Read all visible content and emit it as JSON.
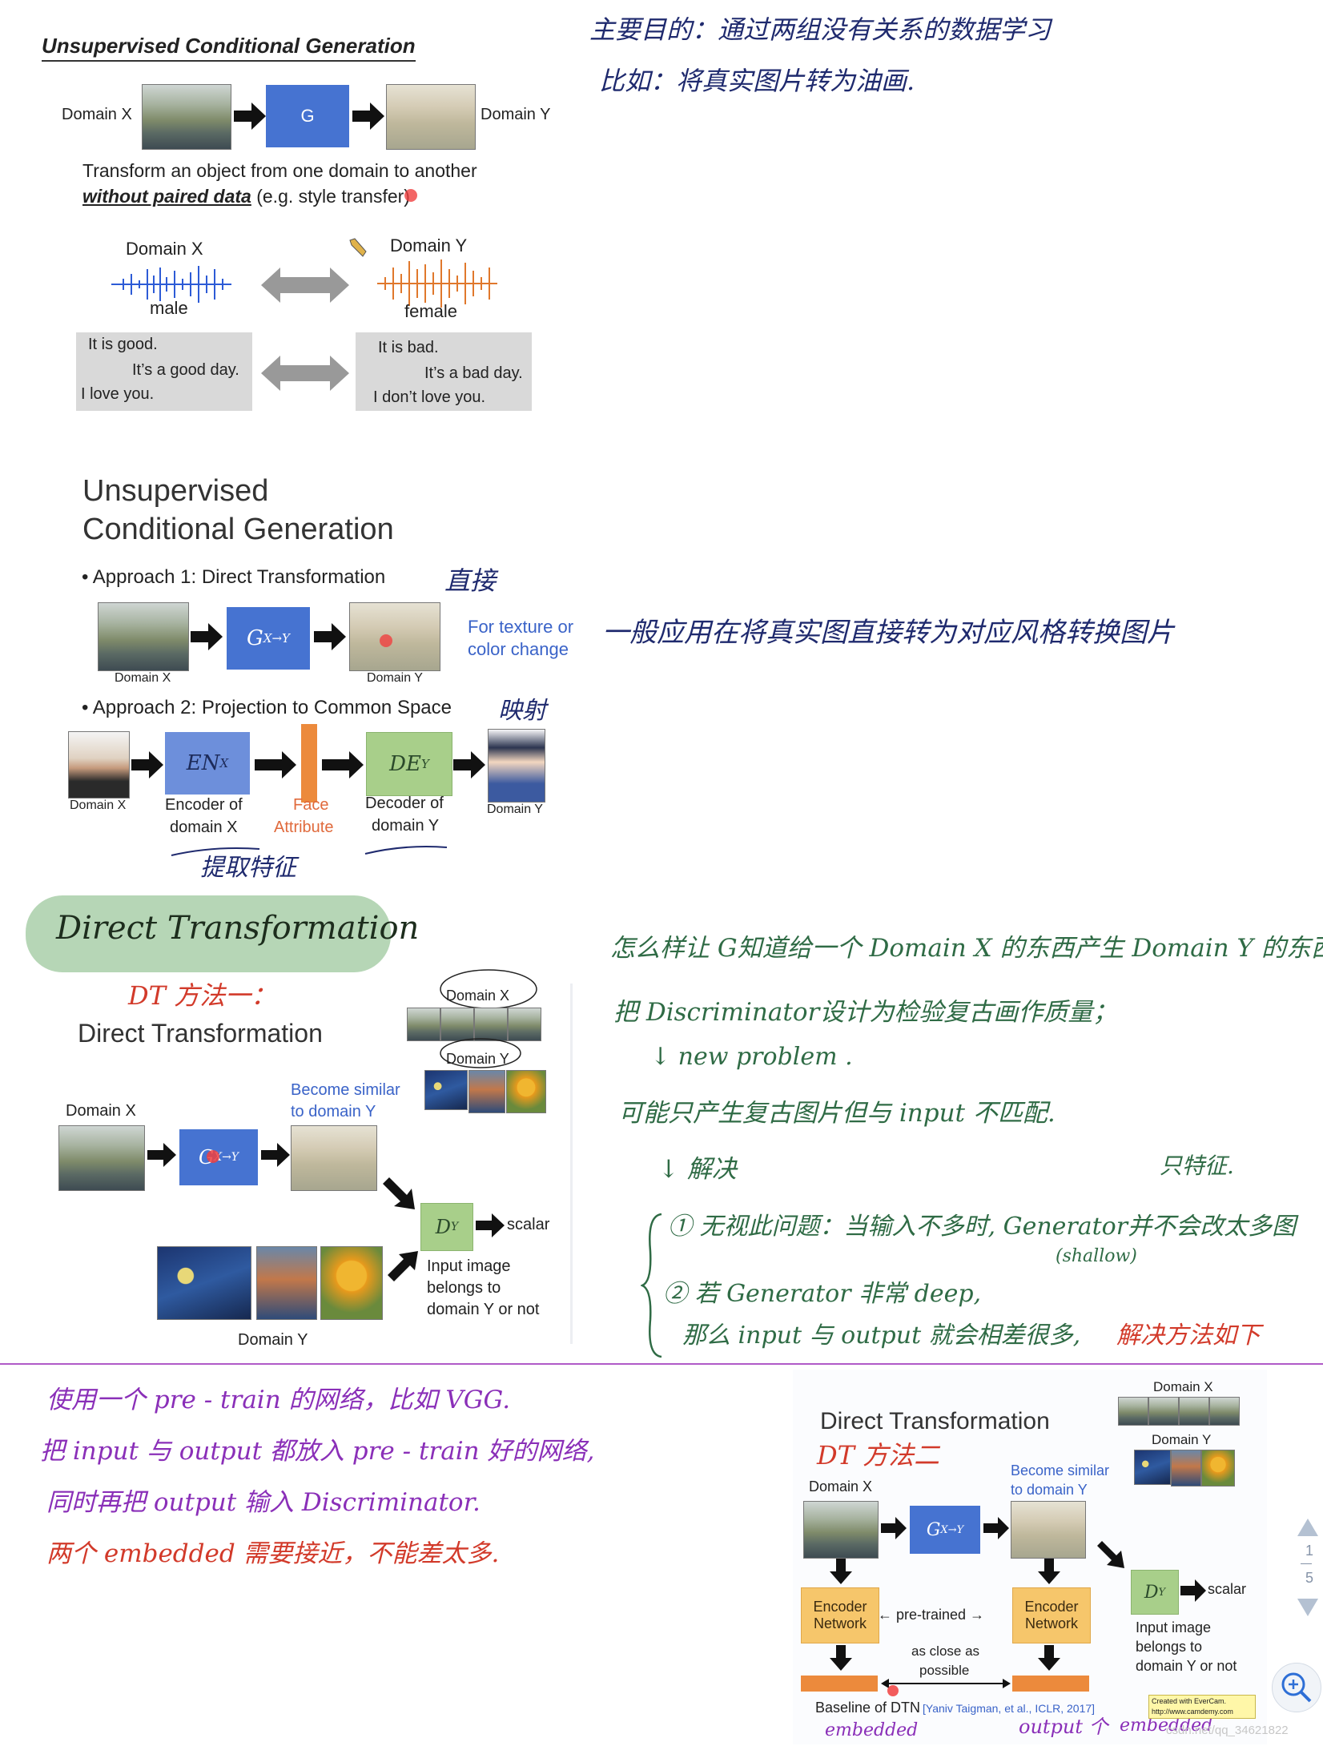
{
  "section1": {
    "title": "Unsupervised Conditional Generation",
    "domain_x": "Domain X",
    "g": "G",
    "domain_y": "Domain Y",
    "desc_line1": "Transform an object from one domain to another",
    "desc_line2_bold": "without paired data",
    "desc_line2_rest": " (e.g. style transfer)",
    "audio_x": "Domain X",
    "audio_y": "Domain Y",
    "male": "male",
    "female": "female",
    "text_x": [
      "It is good.",
      "It’s a good day.",
      "I love you."
    ],
    "text_y": [
      "It is bad.",
      "It’s a bad day.",
      "I don’t love you."
    ]
  },
  "notes1": {
    "line1": "主要目的：通过两组没有关系的数据学习",
    "line2": "比如：将真实图片转为油画."
  },
  "section2": {
    "title_line1": "Unsupervised",
    "title_line2": "Conditional Generation",
    "approach1": "• Approach 1: Direct Transformation",
    "approach1_note": "直接",
    "g_xy": "G",
    "g_sub": "X→Y",
    "domain_x": "Domain X",
    "domain_y": "Domain Y",
    "texture_line1": "For texture or",
    "texture_line2": "color change",
    "approach1_right_note": "一般应用在将真实图直接转为对应风格转换图片",
    "approach2": "• Approach 2: Projection to Common Space",
    "approach2_note": "映射",
    "en": "EN",
    "en_sub": "X",
    "de": "DE",
    "de_sub": "Y",
    "encoder_line1": "Encoder of",
    "encoder_line2": "domain X",
    "face_line1": "Face",
    "face_line2": "Attribute",
    "decoder_line1": "Decoder of",
    "decoder_line2": "domain Y",
    "extract_note": "提取特征"
  },
  "section3": {
    "banner": "Direct  Transformation",
    "method_note": "DT 方法一：",
    "title": "Direct Transformation",
    "domain_x_top": "Domain X",
    "domain_y_top": "Domain Y",
    "domain_x": "Domain X",
    "become_line1": "Become similar",
    "become_line2": "to domain Y",
    "dy": "D",
    "dy_sub": "Y",
    "scalar": "scalar",
    "input_line1": "Input image",
    "input_line2": "belongs to",
    "input_line3": "domain Y or not",
    "domain_y_bottom": "Domain Y",
    "notes": [
      "怎么样让 G知道给一个 Domain X 的东西产生 Domain Y 的东西",
      "把 Discriminator设计为检验复古画作质量；",
      "↓ new  problem .",
      "可能只产生复古图片但与 input 不匹配.",
      "↓ 解决",
      "只特征.",
      "① 无视此问题：当输入不多时, Generator并不会改太多图",
      "(shallow)",
      "② 若 Generator 非常 deep,",
      "那么 input 与 output 就会相差很多,",
      "解决方法如下"
    ]
  },
  "section4": {
    "notes": [
      "使用一个 pre - train 的网络，比如 VGG.",
      "把 input 与 output 都放入 pre - train 好的网络,",
      "同时再把 output 输入 Discriminator.",
      "两个 embedded 需要接近，不能差太多."
    ],
    "title": "Direct Transformation",
    "method_note": "DT 方法二",
    "domain_x_top": "Domain X",
    "domain_y_top": "Domain Y",
    "domain_x": "Domain X",
    "become_line1": "Become similar",
    "become_line2": "to domain Y",
    "g_xy": "G",
    "g_sub": "X→Y",
    "dy": "D",
    "dy_sub": "Y",
    "scalar": "scalar",
    "encoder_line1": "Encoder",
    "encoder_line2": "Network",
    "pretrained": "← pre-trained →",
    "close_line1": "as close as",
    "close_line2": "possible",
    "input_line1": "Input image",
    "input_line2": "belongs to",
    "input_line3": "domain Y or not",
    "baseline": "Baseline of DTN",
    "citation": "[Yaniv Taigman, et al., ICLR, 2017]",
    "embedded_left": "embedded",
    "output_note": "output 个",
    "embedded_right": "embedded",
    "evercam": "Created with EverCam. http://www.camdemy.com",
    "watermark": "csdn.net/qq_34621822"
  },
  "page_nav": {
    "current": "1",
    "total": "5"
  },
  "colors": {
    "navy": "#1f2a6e",
    "green": "#2f6b45",
    "purple": "#8a2fb8",
    "red": "#d23a2a",
    "blue_box": "#4673d1",
    "divider": "#b05ac8"
  }
}
